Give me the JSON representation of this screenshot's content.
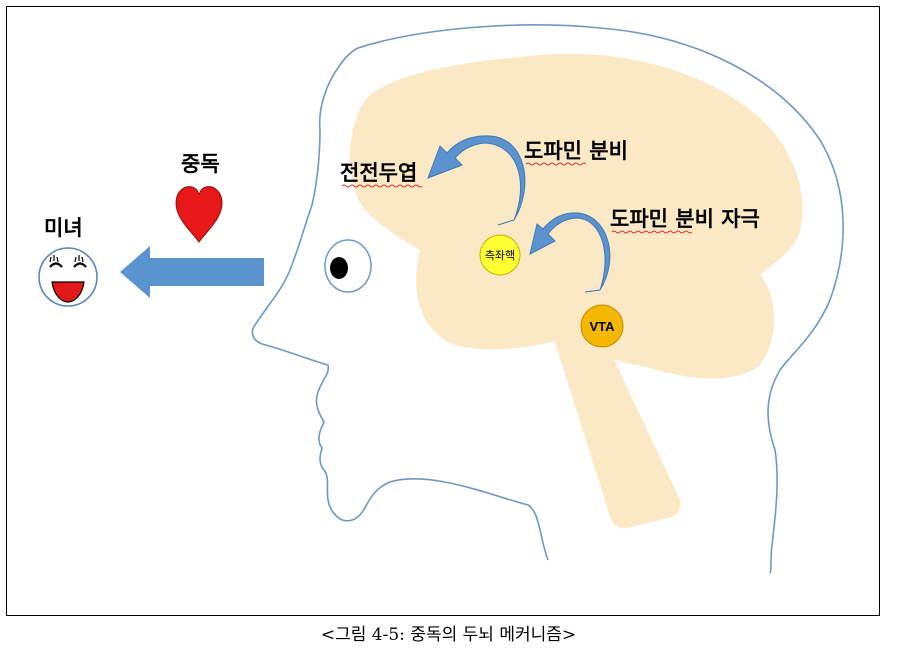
{
  "labels": {
    "miny": "미녀",
    "addiction": "중독",
    "prefrontal": "전전두엽",
    "dopamine_release": "도파민 분비",
    "dopamine_stimulate": "도파민 분비 자극",
    "nucleus_accumbens": "측좌핵",
    "vta": "VTA"
  },
  "caption": "<그림 4-5: 중독의 두뇌 메커니즘>",
  "colors": {
    "brain": "#fbe9c5",
    "arrow": "#5b93cf",
    "arrow_dark": "#3f78b8",
    "head_outline": "#6f98c4",
    "accumbens": "#ffff33",
    "vta": "#f5b800",
    "heart": "#e81818"
  }
}
